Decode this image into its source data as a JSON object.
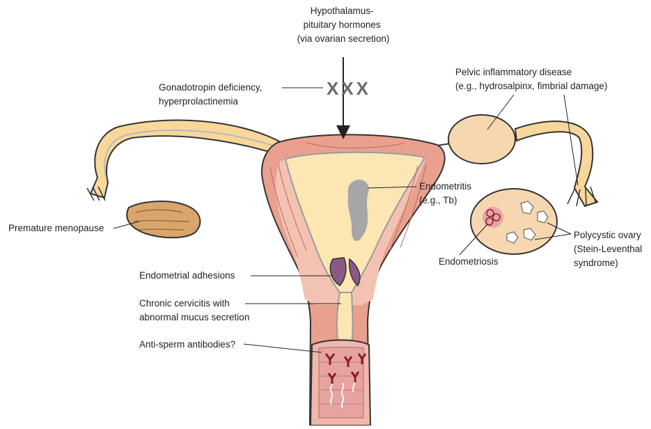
{
  "labels": {
    "hormones": [
      "Hypothalamus-",
      "pituitary hormones",
      "(via ovarian secretion)"
    ],
    "block_marks": "XXX",
    "gonadotropin": [
      "Gonadotropin deficiency,",
      "hyperprolactinemia"
    ],
    "pid": [
      "Pelvic inflammatory disease",
      "(e.g., hydrosalpinx, fimbrial damage)"
    ],
    "endometritis": [
      "Endometritis",
      "(e.g., Tb)"
    ],
    "premature_menopause": "Premature menopause",
    "polycystic": [
      "Polycystic ovary",
      "(Stein-Leventhal",
      "syndrome)"
    ],
    "endometriosis": "Endometriosis",
    "adhesions": "Endometrial adhesions",
    "cervicitis": [
      "Chronic cervicitis with",
      "abnormal mucus secretion"
    ],
    "antisperm": "Anti-sperm antibodies?"
  },
  "colors": {
    "uterus_muscle": "#e9a08f",
    "uterus_muscle_light": "#f4c2b2",
    "cavity": "#fbe6b4",
    "tube": "#f8d79a",
    "ovary_shrunken": "#d9a56a",
    "ovary_cystic": "#f7d7b0",
    "adhesion": "#8a5a85",
    "antibody": "#8b1a2b",
    "endometritis": "#a6a6a6",
    "block_mark": "#6b6b6b"
  }
}
